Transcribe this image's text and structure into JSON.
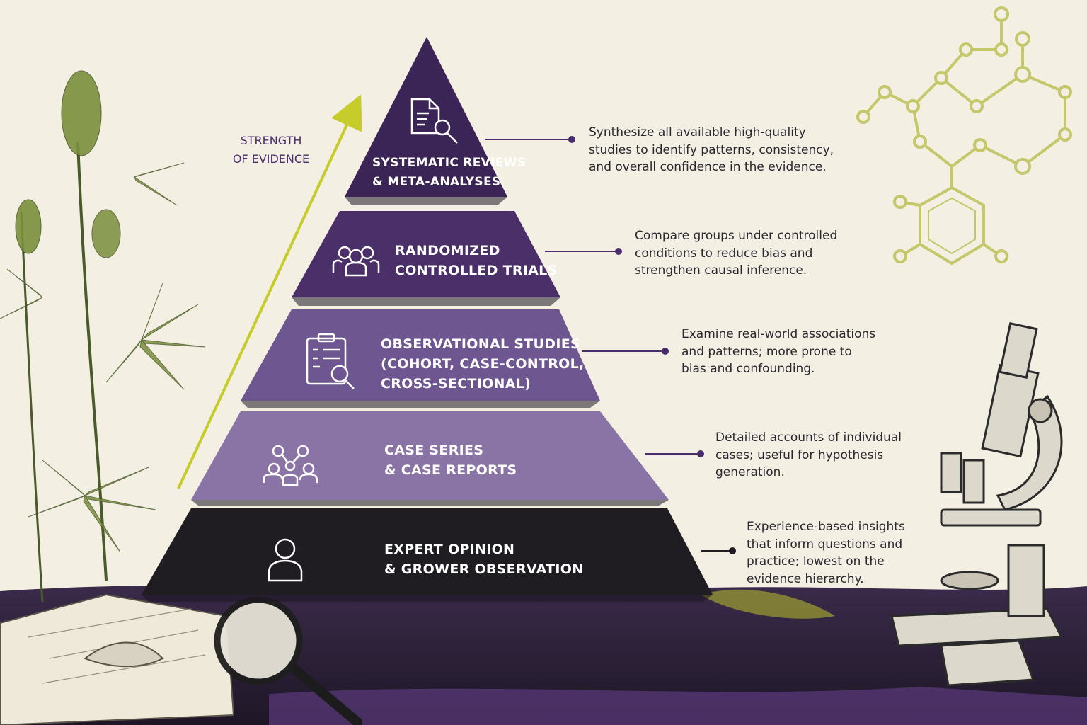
{
  "arrow": {
    "label_lines": [
      "STRENGTH",
      "OF EVIDENCE"
    ],
    "color": "#c6cc2a"
  },
  "tiers": [
    {
      "icon": "document-search-icon",
      "label_lines": [
        "SYSTEMATIC REVIEWS",
        "& META-ANALYSES"
      ],
      "description_lines": [
        "Synthesize all available high-quality",
        "studies to identify patterns, consistency,",
        "and overall confidence in the evidence."
      ],
      "color": "#3b2556"
    },
    {
      "icon": "group-icon",
      "label_lines": [
        "RANDOMIZED",
        "CONTROLLED TRIALS"
      ],
      "description_lines": [
        "Compare groups under controlled",
        "conditions to reduce bias and",
        "strengthen causal inference."
      ],
      "color": "#4a2f69"
    },
    {
      "icon": "clipboard-search-icon",
      "label_lines": [
        "OBSERVATIONAL STUDIES",
        "(COHORT, CASE-CONTROL,",
        "CROSS-SECTIONAL)"
      ],
      "description_lines": [
        "Examine real-world associations",
        "and patterns; more prone to",
        "bias and confounding."
      ],
      "color": "#6e5690"
    },
    {
      "icon": "network-people-icon",
      "label_lines": [
        "CASE SERIES",
        "& CASE REPORTS"
      ],
      "description_lines": [
        "Detailed accounts of individual",
        "cases; useful for hypothesis",
        "generation."
      ],
      "color": "#8a74a6"
    },
    {
      "icon": "person-icon",
      "label_lines": [
        "EXPERT OPINION",
        "& GROWER OBSERVATION"
      ],
      "description_lines": [
        "Experience-based insights",
        "that inform questions and",
        "practice; lowest on the",
        "evidence hierarchy."
      ],
      "color": "#1f1d22"
    }
  ],
  "decorations": [
    "cannabis-plant-icon",
    "molecule-icon",
    "microscope-icon",
    "notebook-icon",
    "magnifying-glass-icon"
  ],
  "colors": {
    "background": "#f3efe2",
    "accent": "#c6cc2a",
    "ground": "#2a1f35",
    "connector": "#4a2d6d"
  }
}
